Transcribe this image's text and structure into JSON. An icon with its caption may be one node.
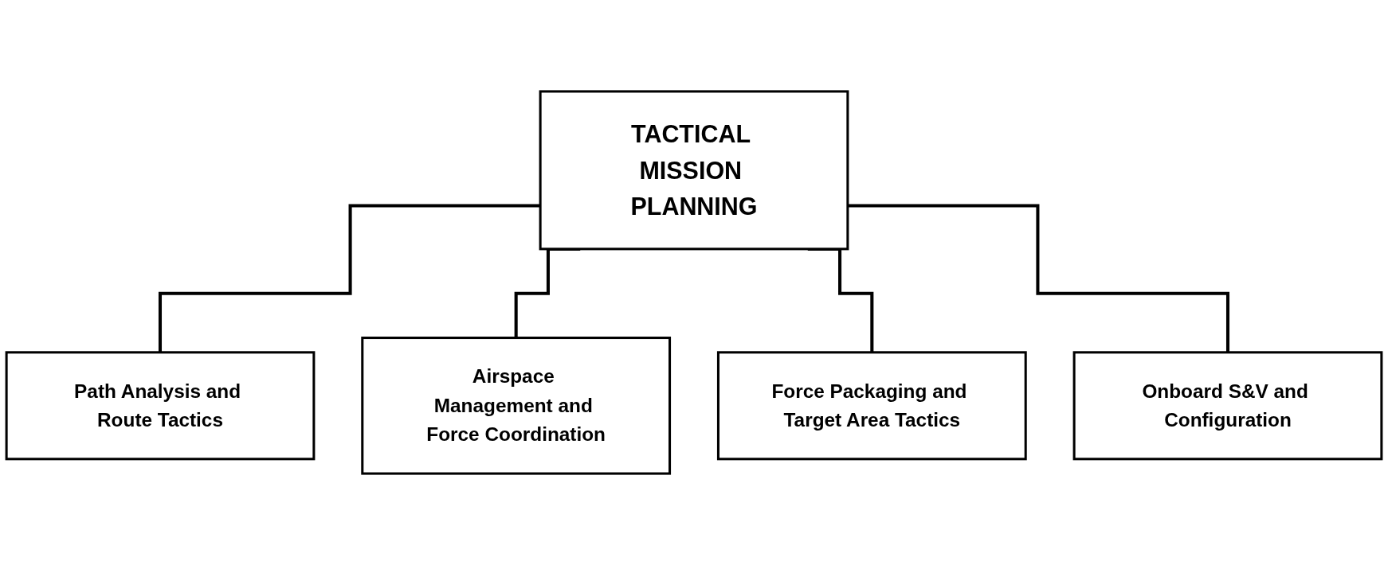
{
  "diagram": {
    "nodes": [
      {
        "text": [
          "TACTICAL MISSION PLANNING"
        ]
      },
      {
        "text": [
          "Path Analysis and Route Tactics"
        ]
      },
      {
        "text": [
          "Airspace Management and Force Coordination"
        ]
      },
      {
        "text": [
          "Force Packaging and Target Area Tactics"
        ]
      },
      {
        "text": [
          "Onboard S&V and Configuration"
        ]
      }
    ],
    "edges": [
      {
        "from": 0,
        "to": 1,
        "arrow": "none"
      },
      {
        "from": 0,
        "to": 2,
        "arrow": "none"
      },
      {
        "from": 0,
        "to": 3,
        "arrow": "none"
      },
      {
        "from": 0,
        "to": 4,
        "arrow": "none"
      }
    ]
  }
}
